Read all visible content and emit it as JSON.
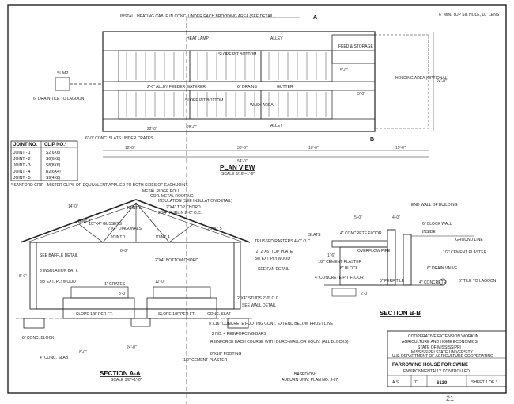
{
  "plan_view": {
    "title": "PLAN VIEW",
    "scale": "SCALE 3/16\"=1'-0\"",
    "labels": {
      "heating_cable": "INSTALL HEATING CABLE IN CONC. UNDER EACH BROODING AREA (SEE DETAIL)",
      "heat_lamp": "HEAT LAMP",
      "alley_top": "ALLEY",
      "alley_bottom": "ALLEY",
      "feed_storage": "FEED & STORAGE",
      "slope_pit_bottom_1": "SLOPE PIT BOTTOM",
      "slope_pit_bottom_2": "SLOPE PIT BOTTOM",
      "feeder_waterer": "2'-0\" ALLEY FEEDER WATERER",
      "drains": "6\" DRAINS",
      "gutter": "GUTTER",
      "wash_area": "WASH AREA",
      "sump": "SUMP",
      "drain_tile": "6\" DRAIN TILE TO LAGOON",
      "conc_slats": "6\"-0\" CONC. SLATS UNDER CRATES",
      "holding_area": "HOLDING AREA (OPTIONAL)",
      "section_a": "A",
      "section_b": "B",
      "vent_hole": "6\" MIN. TOP SIL HOLE, 10\" LENS"
    },
    "dimensions": {
      "total": "54'-0\"",
      "d1": "12'-0\"",
      "d2": "28'-0\"",
      "d3": "30'-6\"",
      "d4": "10'-0\"",
      "d5": "15'-0\"",
      "d6": "22'-0\"",
      "depth": "24'-0\"",
      "alley": "5'-0\"",
      "bay": "3'-0\""
    }
  },
  "joint_table": {
    "headers": [
      "JOINT NO.",
      "CLIP NO.*"
    ],
    "rows": [
      [
        "JOINT - 1",
        "S2(6X6)"
      ],
      [
        "JOINT - 2",
        "S6(6X8)"
      ],
      [
        "JOINT - 3",
        "S8(8X6)"
      ],
      [
        "JOINT - 4",
        "R2(6X4)"
      ],
      [
        "JOINT - 5",
        "S9(4X8)"
      ]
    ],
    "note": "* SANFORD GRIP - MISTER CLIPS OR EQUIVALENT APPLIED TO BOTH SIDES OF EACH JOINT."
  },
  "section_aa": {
    "title": "SECTION A-A",
    "scale": "SCALE 3/8\"=1'-0\"",
    "labels": {
      "ridge_roll": "METAL RIDGE ROLL",
      "metal_roofing": "COR. METAL ROOFING",
      "insulation": "INSULATION (SEE INSULATION DETAIL)",
      "top_chord": "2\"X4\" TOP CHORD",
      "purlin": "2\"X4\" PURLIN 2'-0\" O.C.",
      "gussets": "1/2\"X4\" GUSSETS",
      "diagonals": "2\"X4\" DIAGONALS",
      "bottom_chord": "2\"X4\" BOTTOM CHORD",
      "trussed_rafters": "TRUSSED RAFTERS 4'-0\" O.C.",
      "top_plate": "(2) 2\"X6\" TOP PLATE",
      "ext_plywood": "3/8\"EXT PLYWOOD",
      "fan_detail": "SEE FAN DETAIL",
      "baffle": "SEE BAFFLE DETAIL",
      "insulation_batt": "3\"INSULATION BATT.",
      "ext_plywood2": "3/8\"EXT. PLYWOOD",
      "grates": "1\" GRATES",
      "studs": "2\"X4\" STUDS 2'-0\" O.C.",
      "wall_detail": "SEE WALL DETAIL",
      "slope_left": "SLOPE 1/8\" PER FT.",
      "slope_right": "SLOPE 1/8\" PER FT.",
      "conc_slat": "CONC. SLAT",
      "footing": "8\"X16\" CONCRETE FOOTING CONT. EXTEND BELOW FROST LINE",
      "reinforcing": "2 NO. 4 REINFORCING BARS",
      "reinforce_course": "REINFORCE EACH COURSE WITH DURO-WALL OR EQUIV. (ALL BLOCKS)",
      "footing2": "8\"X16\" FOOTING",
      "cement_plaster": "1/2\" CEMENT PLASTER",
      "conc_block": "6\" CONC. BLOCK",
      "conc_slab": "4\" CONC. SLAB",
      "joint1": "JOINT 1",
      "joint2": "JOINT 2",
      "joint3": "JOINT 3",
      "joint4": "JOINT 4",
      "joint5": "JOINT 5"
    },
    "dimensions": {
      "rise": "14'-0\"",
      "span": "8'-0\"",
      "width": "24'-0\"",
      "half": "12'-0\"",
      "pit": "3'-0\"",
      "pit2": "8'-0\"",
      "wall": "8'-0\""
    }
  },
  "section_bb": {
    "title": "SECTION B-B",
    "labels": {
      "end_wall": "END WALL OF BUILDING",
      "block_wall": "6\" BLOCK WALL",
      "slats": "SLATS",
      "concrete_floor": "4\" CONCRETE FLOOR",
      "overflow": "OVERFLOW PIPE",
      "cement_plaster": "1/2\" CEMENT PLASTER",
      "inside": "INSIDE",
      "ground_line": "GROUND LINE",
      "cement_plaster2": "1/2\" CEMENT PLASTER",
      "pit_floor": "4\" CONCRETE PIT FLOOR",
      "block": "8\" BLOCK",
      "drain": "6\" DRAIN VALVE",
      "drain_tile": "6\" TILE TO LAGOON",
      "concrete": "4\" CONCRETE",
      "perforated": "6\" PERF TILE"
    },
    "dimensions": {
      "d1": "5'-0\"",
      "d2": "4'-0\"",
      "d3": "1'-6\"",
      "d4": "2'-0\""
    }
  },
  "title_block": {
    "line1": "COOPERATIVE EXTENSION WORK IN",
    "line2": "AGRICULTURE AND HOME ECONOMICS",
    "line3": "STATE OF MISSISSIPPI",
    "line4": "MISSISSIPPI STATE UNIVERSITY",
    "line5": "U.S. DEPARTMENT OF AGRICULTURE COOPERATING",
    "project": "FARROWING HOUSE FOR SWINE",
    "subtitle": "ENVIRONMENTALLY CONTROLLED",
    "code1": "A.S.",
    "code2": "71",
    "plan_no": "6130",
    "sheet": "SHEET 1 OF 3"
  },
  "based_on": {
    "line1": "BASED ON:",
    "line2": "AUBURN UNIV. PLAN NO. J-67"
  },
  "page_number": "21"
}
